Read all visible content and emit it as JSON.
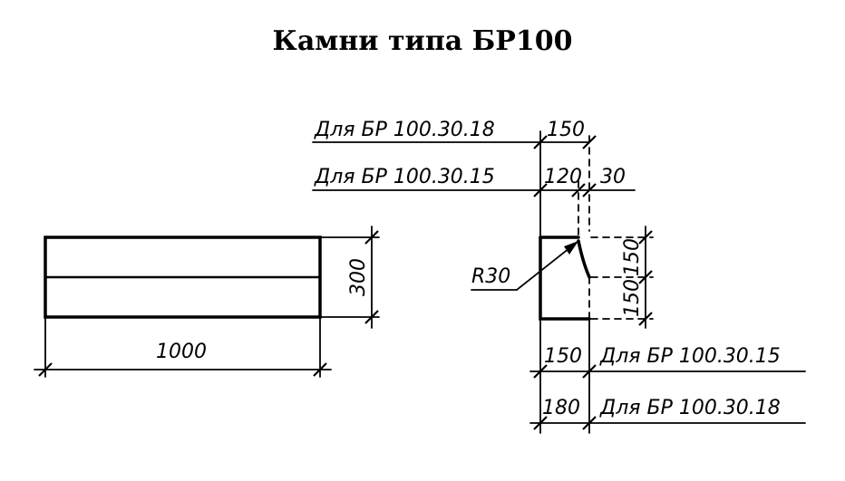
{
  "title": "Камни типа БР100",
  "front_view": {
    "length_label": "1000",
    "height_label": "300"
  },
  "section": {
    "top_row1_label": "Для БР 100.30.18",
    "top_row1_dim": "150",
    "top_row2_label": "Для БР 100.30.15",
    "top_row2_dim": "120",
    "top_offset_dim": "30",
    "radius_label": "R30",
    "right_upper_dim": "150",
    "right_lower_dim": "150",
    "bottom_row1_dim": "150",
    "bottom_row1_label": "Для БР 100.30.15",
    "bottom_row2_dim": "180",
    "bottom_row2_label": "Для БР 100.30.18"
  }
}
